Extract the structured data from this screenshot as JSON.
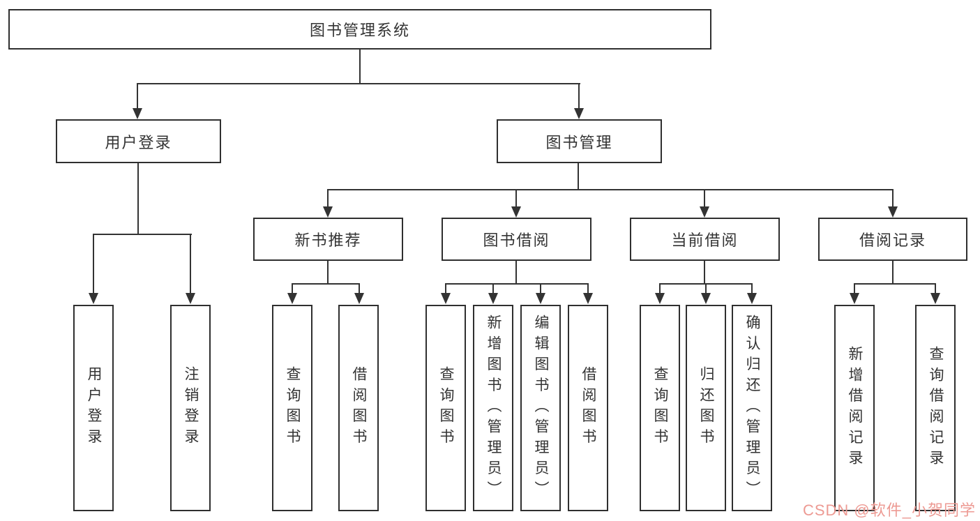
{
  "tree": {
    "root": {
      "label": "图书管理系统"
    },
    "branches": [
      {
        "label": "用户登录",
        "leaves": [
          {
            "label": "用户登录"
          },
          {
            "label": "注销登录"
          }
        ]
      },
      {
        "label": "图书管理",
        "children": [
          {
            "label": "新书推荐",
            "leaves": [
              {
                "label": "查询图书"
              },
              {
                "label": "借阅图书"
              }
            ]
          },
          {
            "label": "图书借阅",
            "leaves": [
              {
                "label": "查询图书"
              },
              {
                "label": "新增图书（管理员）"
              },
              {
                "label": "编辑图书（管理员）"
              },
              {
                "label": "借阅图书"
              }
            ]
          },
          {
            "label": "当前借阅",
            "leaves": [
              {
                "label": "查询图书"
              },
              {
                "label": "归还图书"
              },
              {
                "label": "确认归还（管理员）"
              }
            ]
          },
          {
            "label": "借阅记录",
            "leaves": [
              {
                "label": "新增借阅记录"
              },
              {
                "label": "查询借阅记录"
              }
            ]
          }
        ]
      }
    ]
  },
  "watermark": {
    "text": "CSDN @软件_小贺同学"
  },
  "colors": {
    "line": "#333333",
    "box_border": "#2f2f2f",
    "box_background": "#ffffff",
    "text": "#333333",
    "watermark": "#ed9a93"
  }
}
